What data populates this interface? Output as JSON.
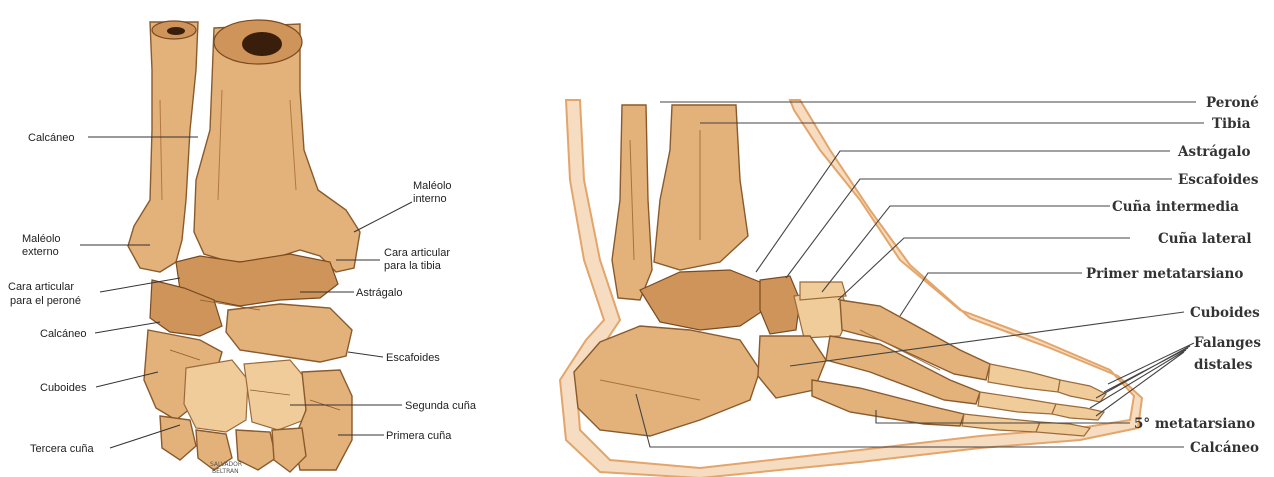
{
  "anterior_view": {
    "labels": [
      "Calcáneo",
      "Maléolo\ninterno",
      "Maléolo\nexterno",
      "Cara articular\npara la tibia",
      "Cara articular\npara el peroné",
      "Astrágalo",
      "Calcáneo",
      "Escafoides",
      "Cuboides",
      "Segunda cuña",
      "Tercera cuña",
      "Primera cuña"
    ],
    "signature": "SALVADOR\nBELTRAN"
  },
  "lateral_view": {
    "labels": [
      "Peroné",
      "Tibia",
      "Astrágalo",
      "Escafoides",
      "Cuña intermedia",
      "Cuña lateral",
      "Primer metatarsiano",
      "Cuboides",
      "Falanges\ndistales",
      "5° metatarsiano",
      "Calcáneo"
    ]
  }
}
